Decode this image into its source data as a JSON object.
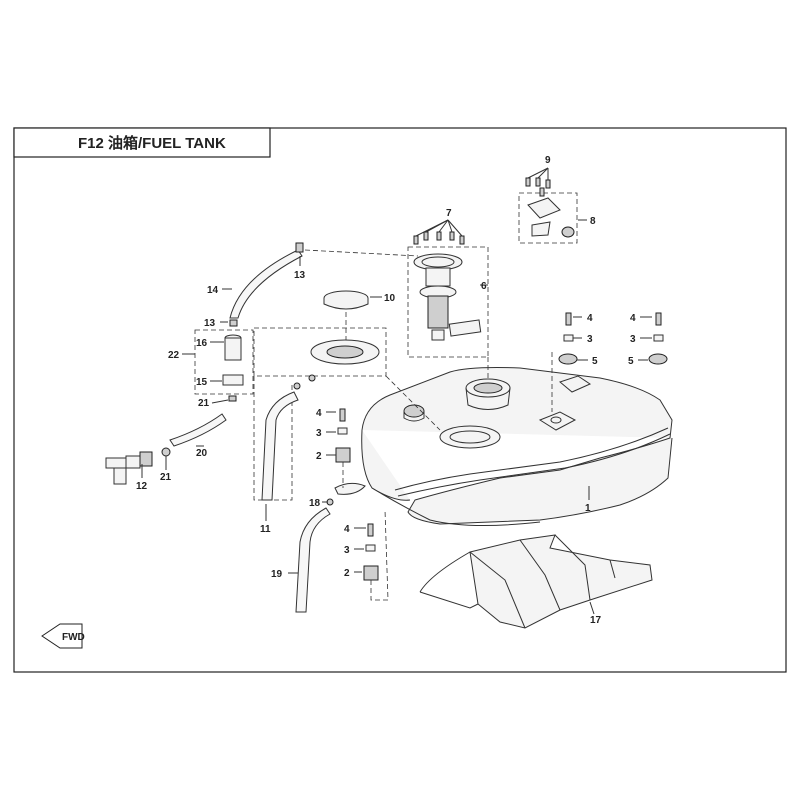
{
  "title": "F12 油箱/FUEL TANK",
  "orientation_badge": "FWD",
  "callouts": [
    {
      "id": "c1",
      "label": "1"
    },
    {
      "id": "c2a",
      "label": "2"
    },
    {
      "id": "c2b",
      "label": "2"
    },
    {
      "id": "c3a",
      "label": "3"
    },
    {
      "id": "c3b",
      "label": "3"
    },
    {
      "id": "c3c",
      "label": "3"
    },
    {
      "id": "c3d",
      "label": "3"
    },
    {
      "id": "c4a",
      "label": "4"
    },
    {
      "id": "c4b",
      "label": "4"
    },
    {
      "id": "c4c",
      "label": "4"
    },
    {
      "id": "c4d",
      "label": "4"
    },
    {
      "id": "c5a",
      "label": "5"
    },
    {
      "id": "c5b",
      "label": "5"
    },
    {
      "id": "c6",
      "label": "6"
    },
    {
      "id": "c7",
      "label": "7"
    },
    {
      "id": "c8",
      "label": "8"
    },
    {
      "id": "c9",
      "label": "9"
    },
    {
      "id": "c10",
      "label": "10"
    },
    {
      "id": "c11",
      "label": "11"
    },
    {
      "id": "c12",
      "label": "12"
    },
    {
      "id": "c13a",
      "label": "13"
    },
    {
      "id": "c13b",
      "label": "13"
    },
    {
      "id": "c14",
      "label": "14"
    },
    {
      "id": "c15",
      "label": "15"
    },
    {
      "id": "c16",
      "label": "16"
    },
    {
      "id": "c17",
      "label": "17"
    },
    {
      "id": "c18",
      "label": "18"
    },
    {
      "id": "c19",
      "label": "19"
    },
    {
      "id": "c20",
      "label": "20"
    },
    {
      "id": "c21a",
      "label": "21"
    },
    {
      "id": "c21b",
      "label": "21"
    },
    {
      "id": "c22",
      "label": "22"
    }
  ]
}
